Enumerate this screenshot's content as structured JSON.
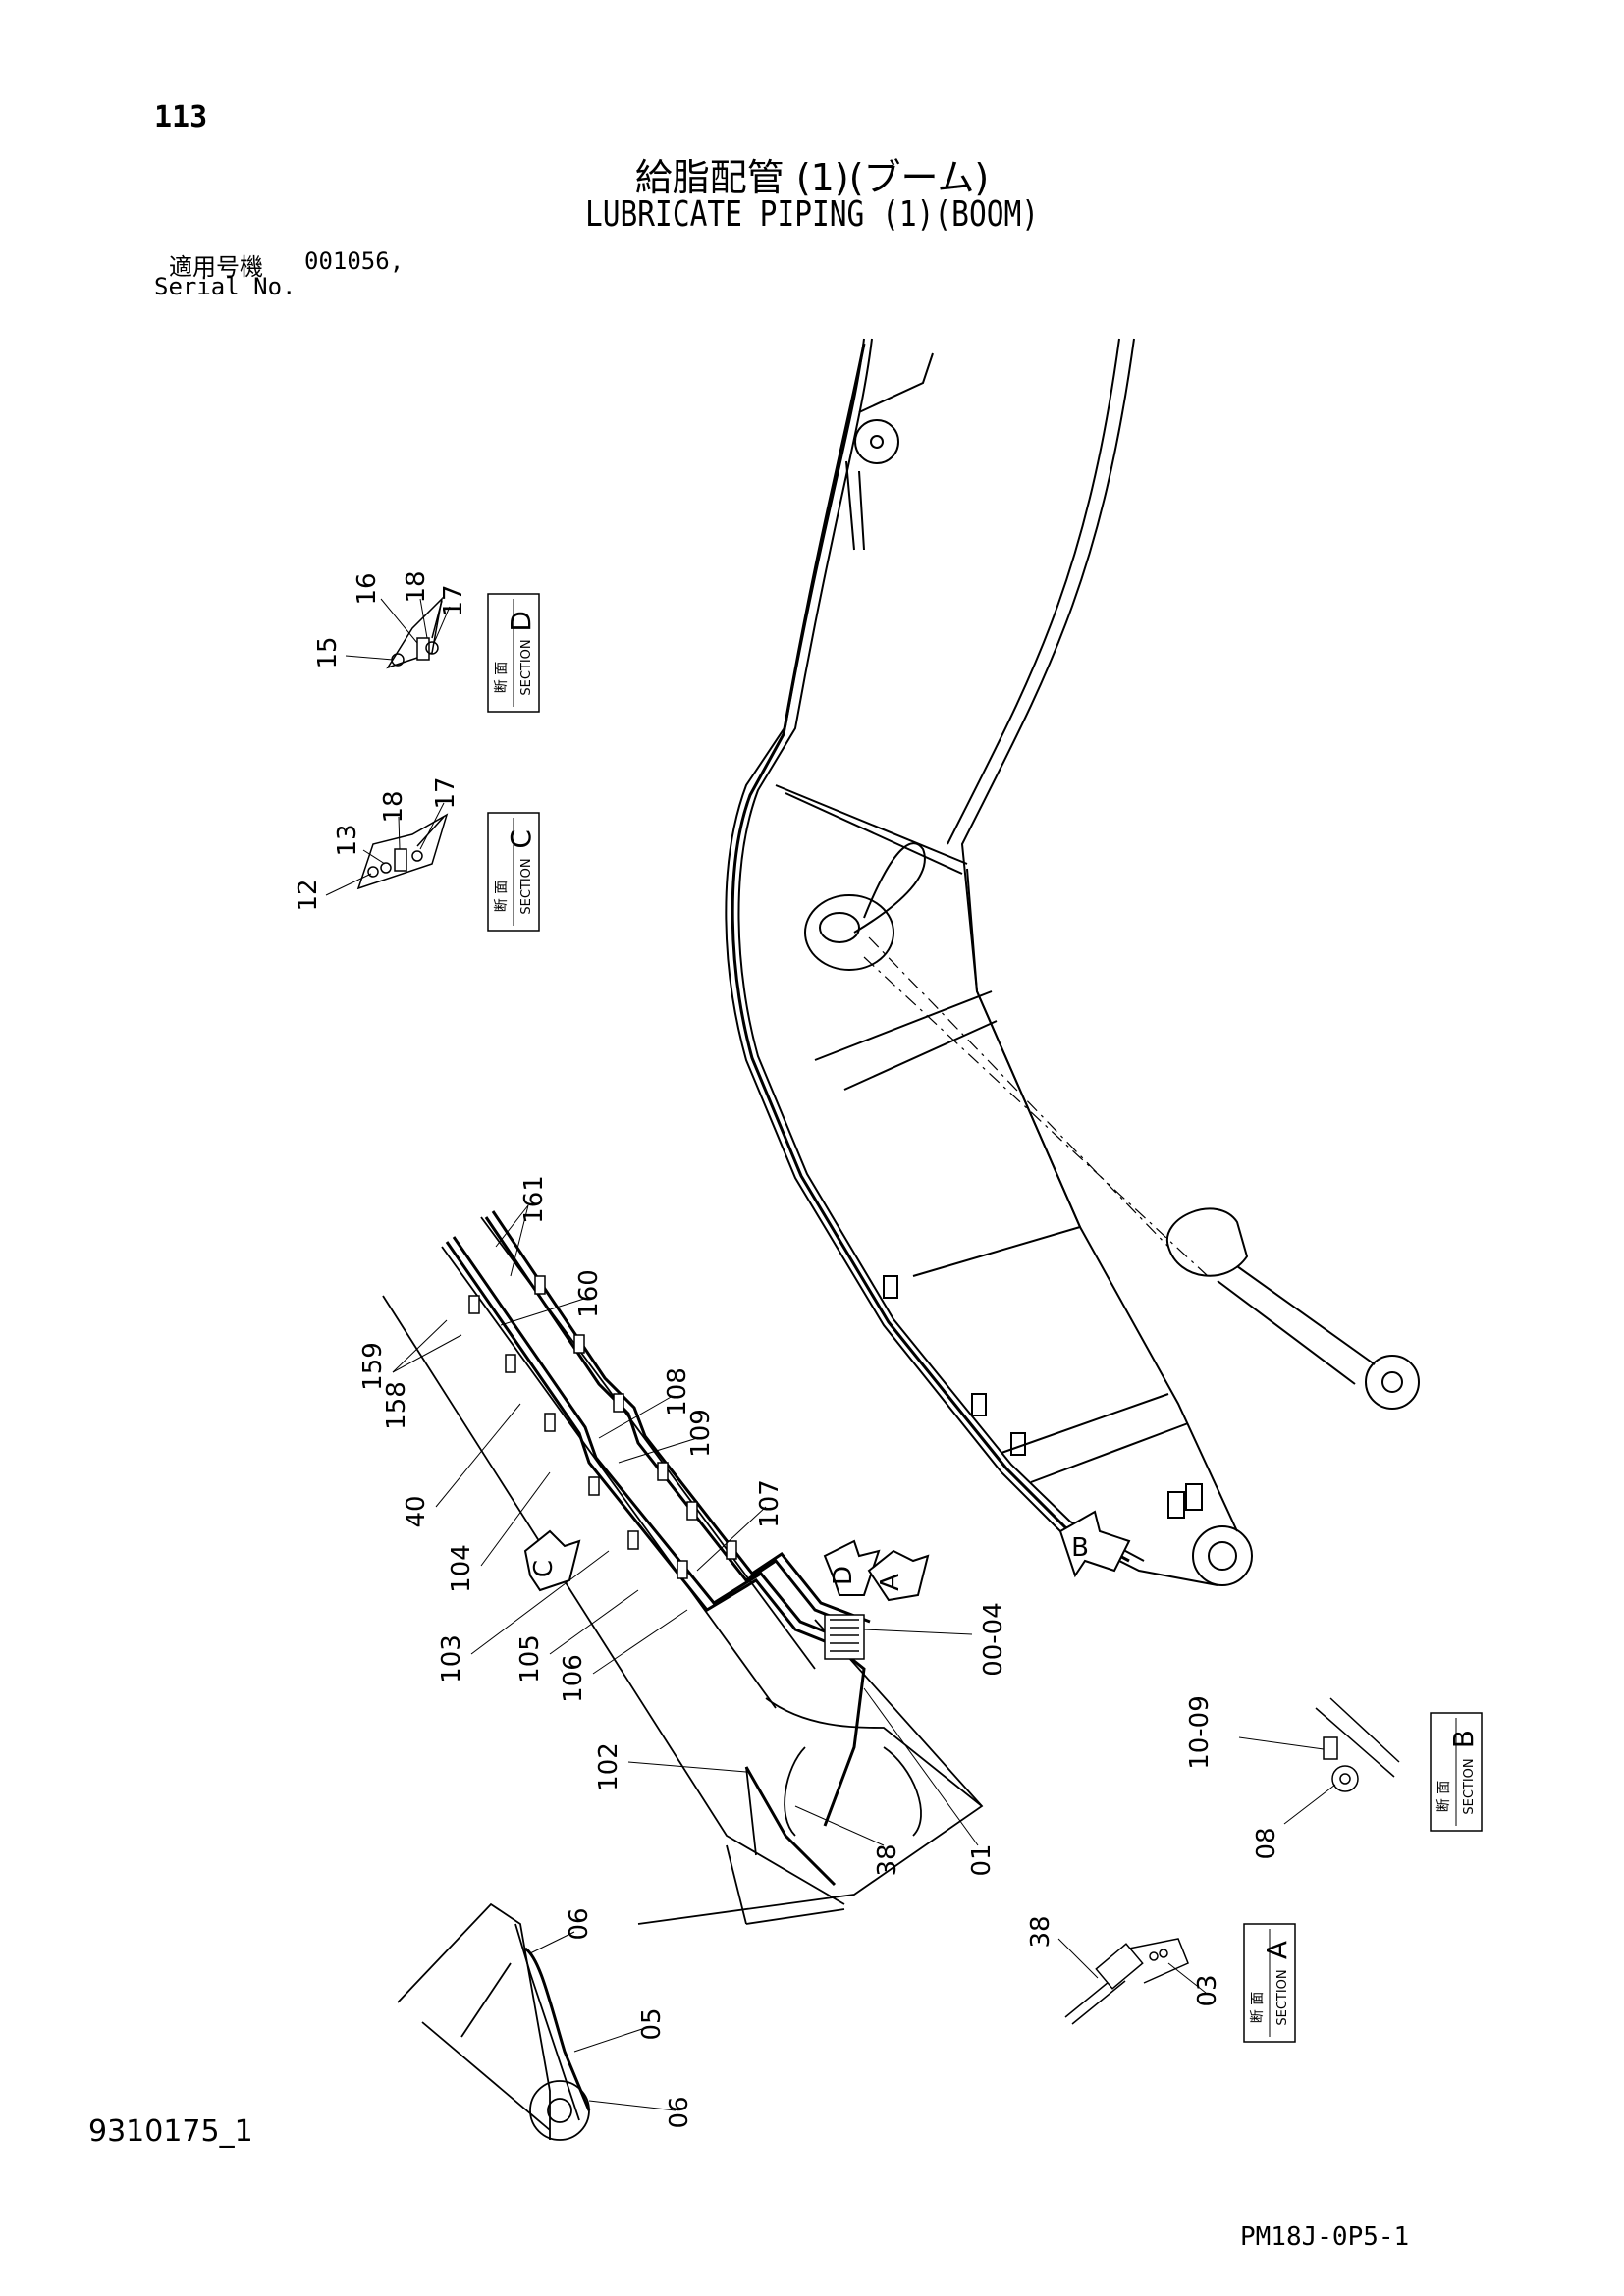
{
  "page_number": "113",
  "title_jp": "給脂配管 (1)(ブーム)",
  "title_en": "LUBRICATE PIPING (1)(BOOM)",
  "serial": {
    "label_jp": "適用号機",
    "label_en": "Serial No.",
    "value": "001056,"
  },
  "drawing_number": "9310175_1",
  "page_code": "PM18J-0P5-1",
  "sections": {
    "section_word": "SECTION",
    "section_jp": "断 面",
    "letter_a": "A",
    "letter_b": "B",
    "letter_c": "C",
    "letter_d": "D"
  },
  "view_arrows": {
    "a": "A",
    "b": "B",
    "c": "C",
    "d": "D"
  },
  "callouts": {
    "p15": "15",
    "p16": "16",
    "p17d": "17",
    "p18d": "18",
    "p12": "12",
    "p13": "13",
    "p17c": "17",
    "p18c": "18",
    "p161": "161",
    "p160": "160",
    "p159": "159",
    "p158": "158",
    "p108": "108",
    "p109": "109",
    "p40": "40",
    "p107": "107",
    "p104": "104",
    "p103": "103",
    "p105": "105",
    "p106": "106",
    "p00_04": "00-04",
    "p102": "102",
    "p38a": "38",
    "p01": "01",
    "p10_09": "10-09",
    "p08": "08",
    "p06a": "06",
    "p05": "05",
    "p06b": "06",
    "p38b": "38",
    "p03": "03"
  }
}
